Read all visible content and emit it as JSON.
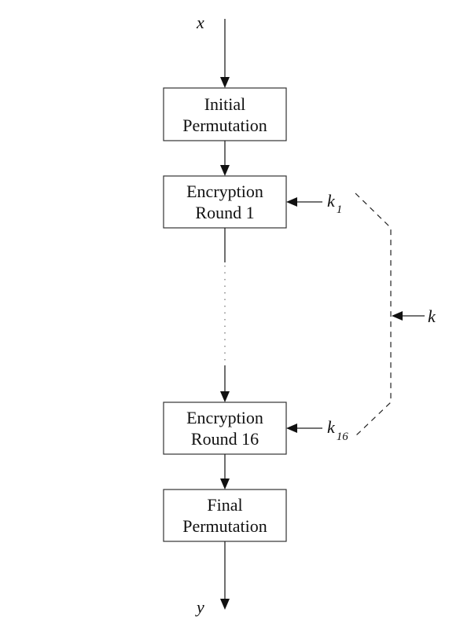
{
  "input_label": "x",
  "output_label": "y",
  "key_label": "k",
  "boxes": {
    "initial": {
      "line1": "Initial",
      "line2": "Permutation"
    },
    "round1": {
      "line1": "Encryption",
      "line2": "Round 1"
    },
    "round16": {
      "line1": "Encryption",
      "line2": "Round 16"
    },
    "final": {
      "line1": "Final",
      "line2": "Permutation"
    }
  },
  "subkeys": {
    "k1": {
      "base": "k",
      "sub": "1"
    },
    "k16": {
      "base": "k",
      "sub": "16"
    }
  }
}
